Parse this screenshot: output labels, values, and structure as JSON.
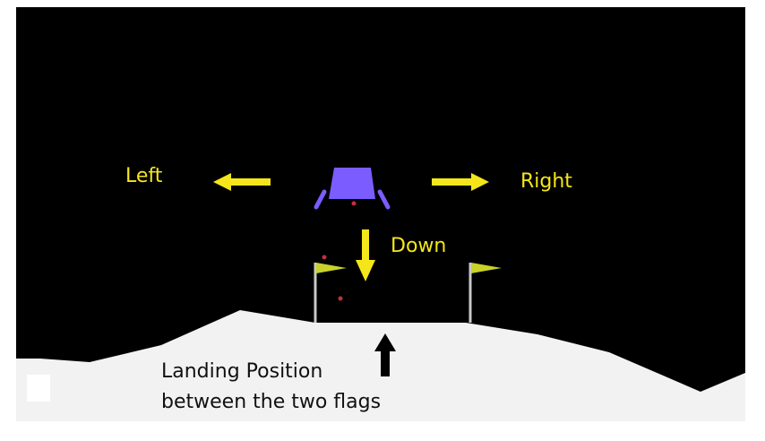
{
  "labels": {
    "left": "Left",
    "right": "Right",
    "down": "Down"
  },
  "caption": {
    "line1": "Landing Position",
    "line2": "between the two flags"
  },
  "colors": {
    "sky": "#000000",
    "ground": "#f2f2f2",
    "lander": "#7b5cff",
    "arrow": "#f4e61a",
    "flag": "#c8d22a",
    "exhaust": "#c0303a",
    "caption_arrow": "#000000"
  },
  "icons": {
    "lander": "lander-icon",
    "flag": "flag-icon",
    "arrow": "arrow-icon"
  }
}
